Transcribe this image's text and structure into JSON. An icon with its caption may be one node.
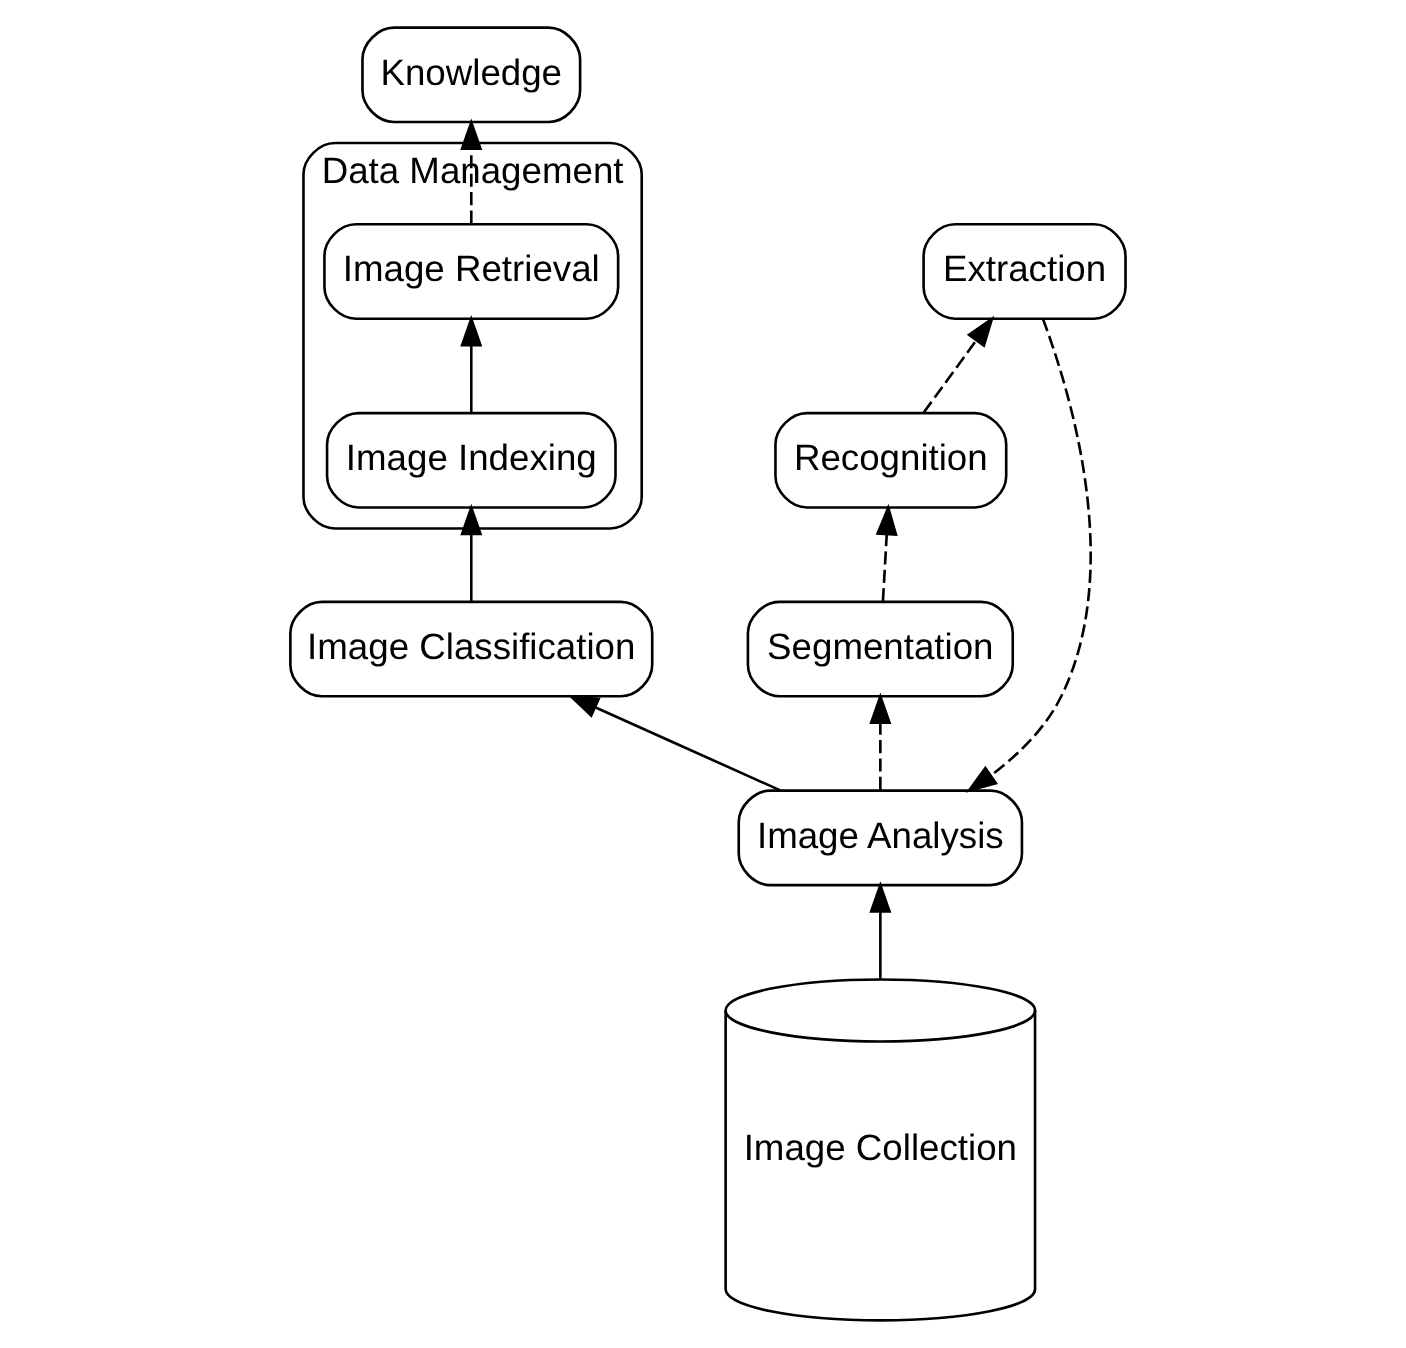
{
  "diagram": {
    "nodes": [
      {
        "text": [
          "Data Management"
        ]
      },
      {
        "text": [
          "Image Retrieval"
        ],
        "in": 0
      },
      {
        "text": [
          "Image Indexing"
        ],
        "in": 0
      },
      {
        "text": [
          "Knowledge"
        ]
      },
      {
        "text": [
          "Image Classification"
        ]
      },
      {
        "text": [
          "Image Analysis"
        ]
      },
      {
        "text": [
          "Image Collection"
        ]
      },
      {
        "text": [
          "Extraction"
        ]
      },
      {
        "text": [
          "Recognition"
        ]
      },
      {
        "text": [
          "Segmentation"
        ]
      }
    ],
    "edges": [
      {
        "from": 6,
        "to": 5,
        "arrow": "to"
      },
      {
        "from": 5,
        "to": 4,
        "arrow": "to"
      },
      {
        "from": 4,
        "to": 2,
        "arrow": "to"
      },
      {
        "from": 2,
        "to": 1,
        "arrow": "to"
      },
      {
        "from": 1,
        "to": 3,
        "arrow": "to",
        "style": "dashed"
      },
      {
        "from": 5,
        "to": 9,
        "arrow": "to",
        "style": "dashed"
      },
      {
        "from": 9,
        "to": 8,
        "arrow": "to",
        "style": "dashed"
      },
      {
        "from": 8,
        "to": 7,
        "arrow": "to",
        "style": "dashed"
      },
      {
        "from": 7,
        "to": 5,
        "arrow": "to",
        "style": "dashed"
      }
    ]
  }
}
